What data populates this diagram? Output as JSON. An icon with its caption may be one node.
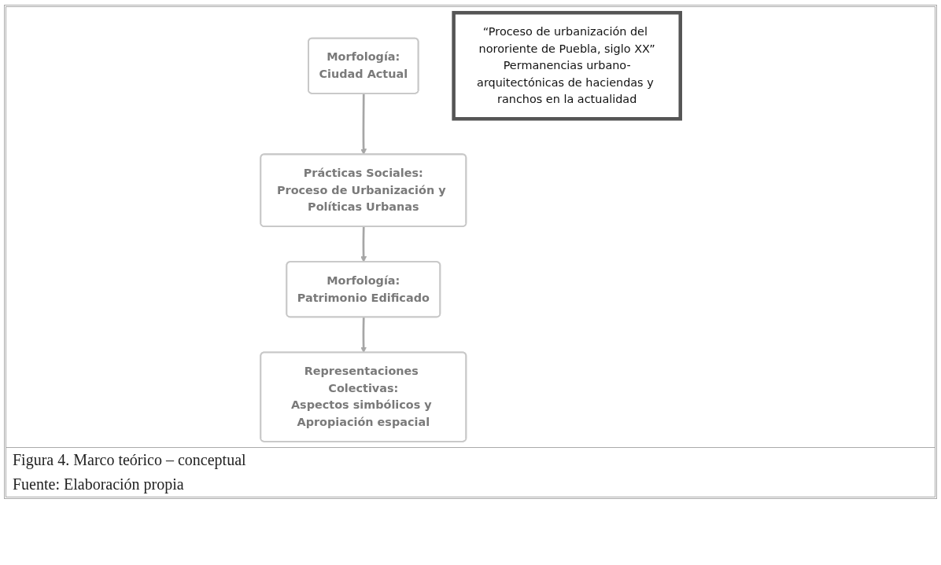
{
  "diagram": {
    "caption": "Figura 4. Marco teórico – conceptual",
    "nodes": [
      {
        "text": [
          "Prácticas Sociales:",
          "Proceso de Urbanización y Políticas Urbanas"
        ]
      },
      {
        "text": [
          "Morfología:",
          "Ciudad Actual"
        ]
      },
      {
        "text": [
          "“Proceso de urbanización del nororiente de Puebla, siglo XX”",
          "Permanencias urbano-arquitectónicas de haciendas y ranchos en la actualidad"
        ]
      },
      {
        "text": [
          "Representaciones Colectivas:",
          "Aspectos simbólicos y Apropiación espacial"
        ]
      },
      {
        "text": [
          "Morfología:",
          "Patrimonio Edificado"
        ]
      }
    ],
    "edges": [
      {
        "from": 1,
        "to": 0,
        "arrow": "to"
      },
      {
        "from": 0,
        "to": 4,
        "arrow": "to"
      },
      {
        "from": 4,
        "to": 3,
        "arrow": "to"
      }
    ],
    "labels": [
      "Fuente: Elaboración propia"
    ]
  }
}
